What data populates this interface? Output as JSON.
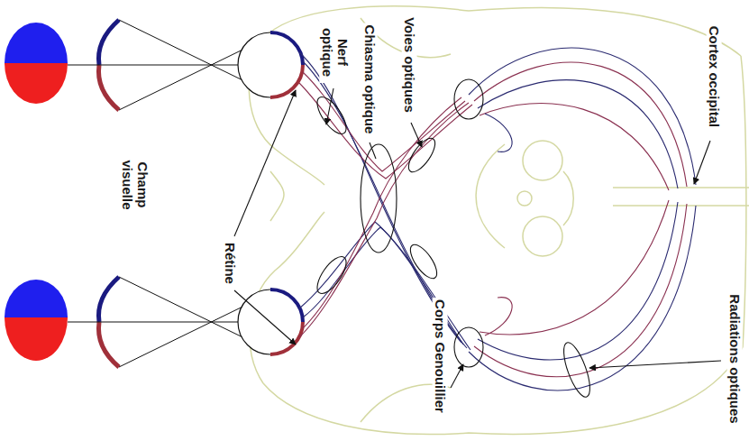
{
  "diagram": {
    "labels": [
      "Nerf optique",
      "Chiasma optique",
      "Voies optiques",
      "Cortex occipital",
      "Rétine",
      "Champ visuelle",
      "Corps Genouillier",
      "Radiations optiques"
    ]
  }
}
